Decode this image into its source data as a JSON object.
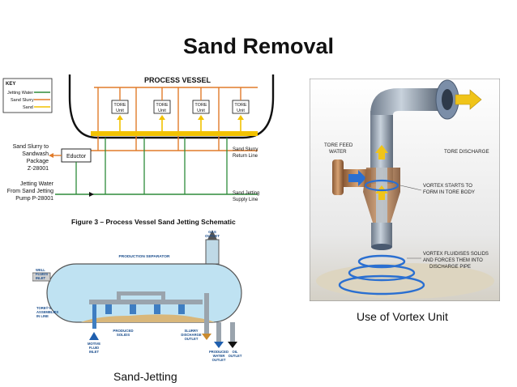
{
  "slide": {
    "title": "Sand Removal",
    "caption_left": "Sand-Jetting",
    "caption_right": "Use of Vortex Unit"
  },
  "schematic": {
    "vessel_label": "PROCESS VESSEL",
    "key": {
      "title": "KEY",
      "items": [
        {
          "label": "Jetting Water",
          "color": "#2e8b3a"
        },
        {
          "label": "Sand Slurry",
          "color": "#e07b2a"
        },
        {
          "label": "Sand",
          "color": "#f2c200"
        }
      ]
    },
    "tore_unit_label_1": "TORE",
    "tore_unit_label_2": "Unit",
    "left_label_slurry": [
      "Sand Slurry to",
      "Sandwash",
      "Package",
      "Z-28001"
    ],
    "left_label_water": [
      "Jetting Water",
      "From Sand Jetting",
      "Pump P-28001"
    ],
    "eductor_label": "Eductor",
    "right_label_return": [
      "Sand Slurry",
      "Return Line"
    ],
    "right_label_supply": [
      "Sand Jetting",
      "Supply Line"
    ],
    "figure_caption": "Figure 3 – Process Vessel Sand Jetting Schematic"
  },
  "separator": {
    "title": "PRODUCTION SEPARATOR",
    "labels": {
      "gas_outlet": [
        "GAS",
        "OUTLET"
      ],
      "well_fluids_inlet": [
        "WELL",
        "FLUIDS",
        "INLET"
      ],
      "tore_assemblies": [
        "TORE®'s",
        "ASSEMBLIES",
        "IN LINE"
      ],
      "produced_solids": [
        "PRODUCED",
        "SOLIDS"
      ],
      "slurry_discharge": [
        "SLURRY",
        "DISCHARGE",
        "OUTLET"
      ],
      "motive_fluid_inlet": [
        "MOTIVE",
        "FLUID",
        "INLET"
      ],
      "produced_water_outlet": [
        "PRODUCED",
        "WATER",
        "OUTLET"
      ],
      "oil_outlet": [
        "OIL",
        "OUTLET"
      ]
    }
  },
  "vortex": {
    "labels": {
      "tore_feed_water": [
        "TORE FEED",
        "WATER"
      ],
      "tore_discharge": "TORE DISCHARGE",
      "vortex_starts": [
        "VORTEX STARTS TO",
        "FORM IN TORE BODY"
      ],
      "vortex_fluidises": [
        "VORTEX FLUIDISES SOLIDS",
        "AND FORCES THEM INTO",
        "DISCHARGE PIPE"
      ]
    }
  },
  "colors": {
    "jetting_water": "#2e8b3a",
    "sand_slurry": "#e07b2a",
    "sand": "#f2c200",
    "vessel_blue": "#bfe2f2",
    "pipe_gray": "#9aa4ad"
  }
}
